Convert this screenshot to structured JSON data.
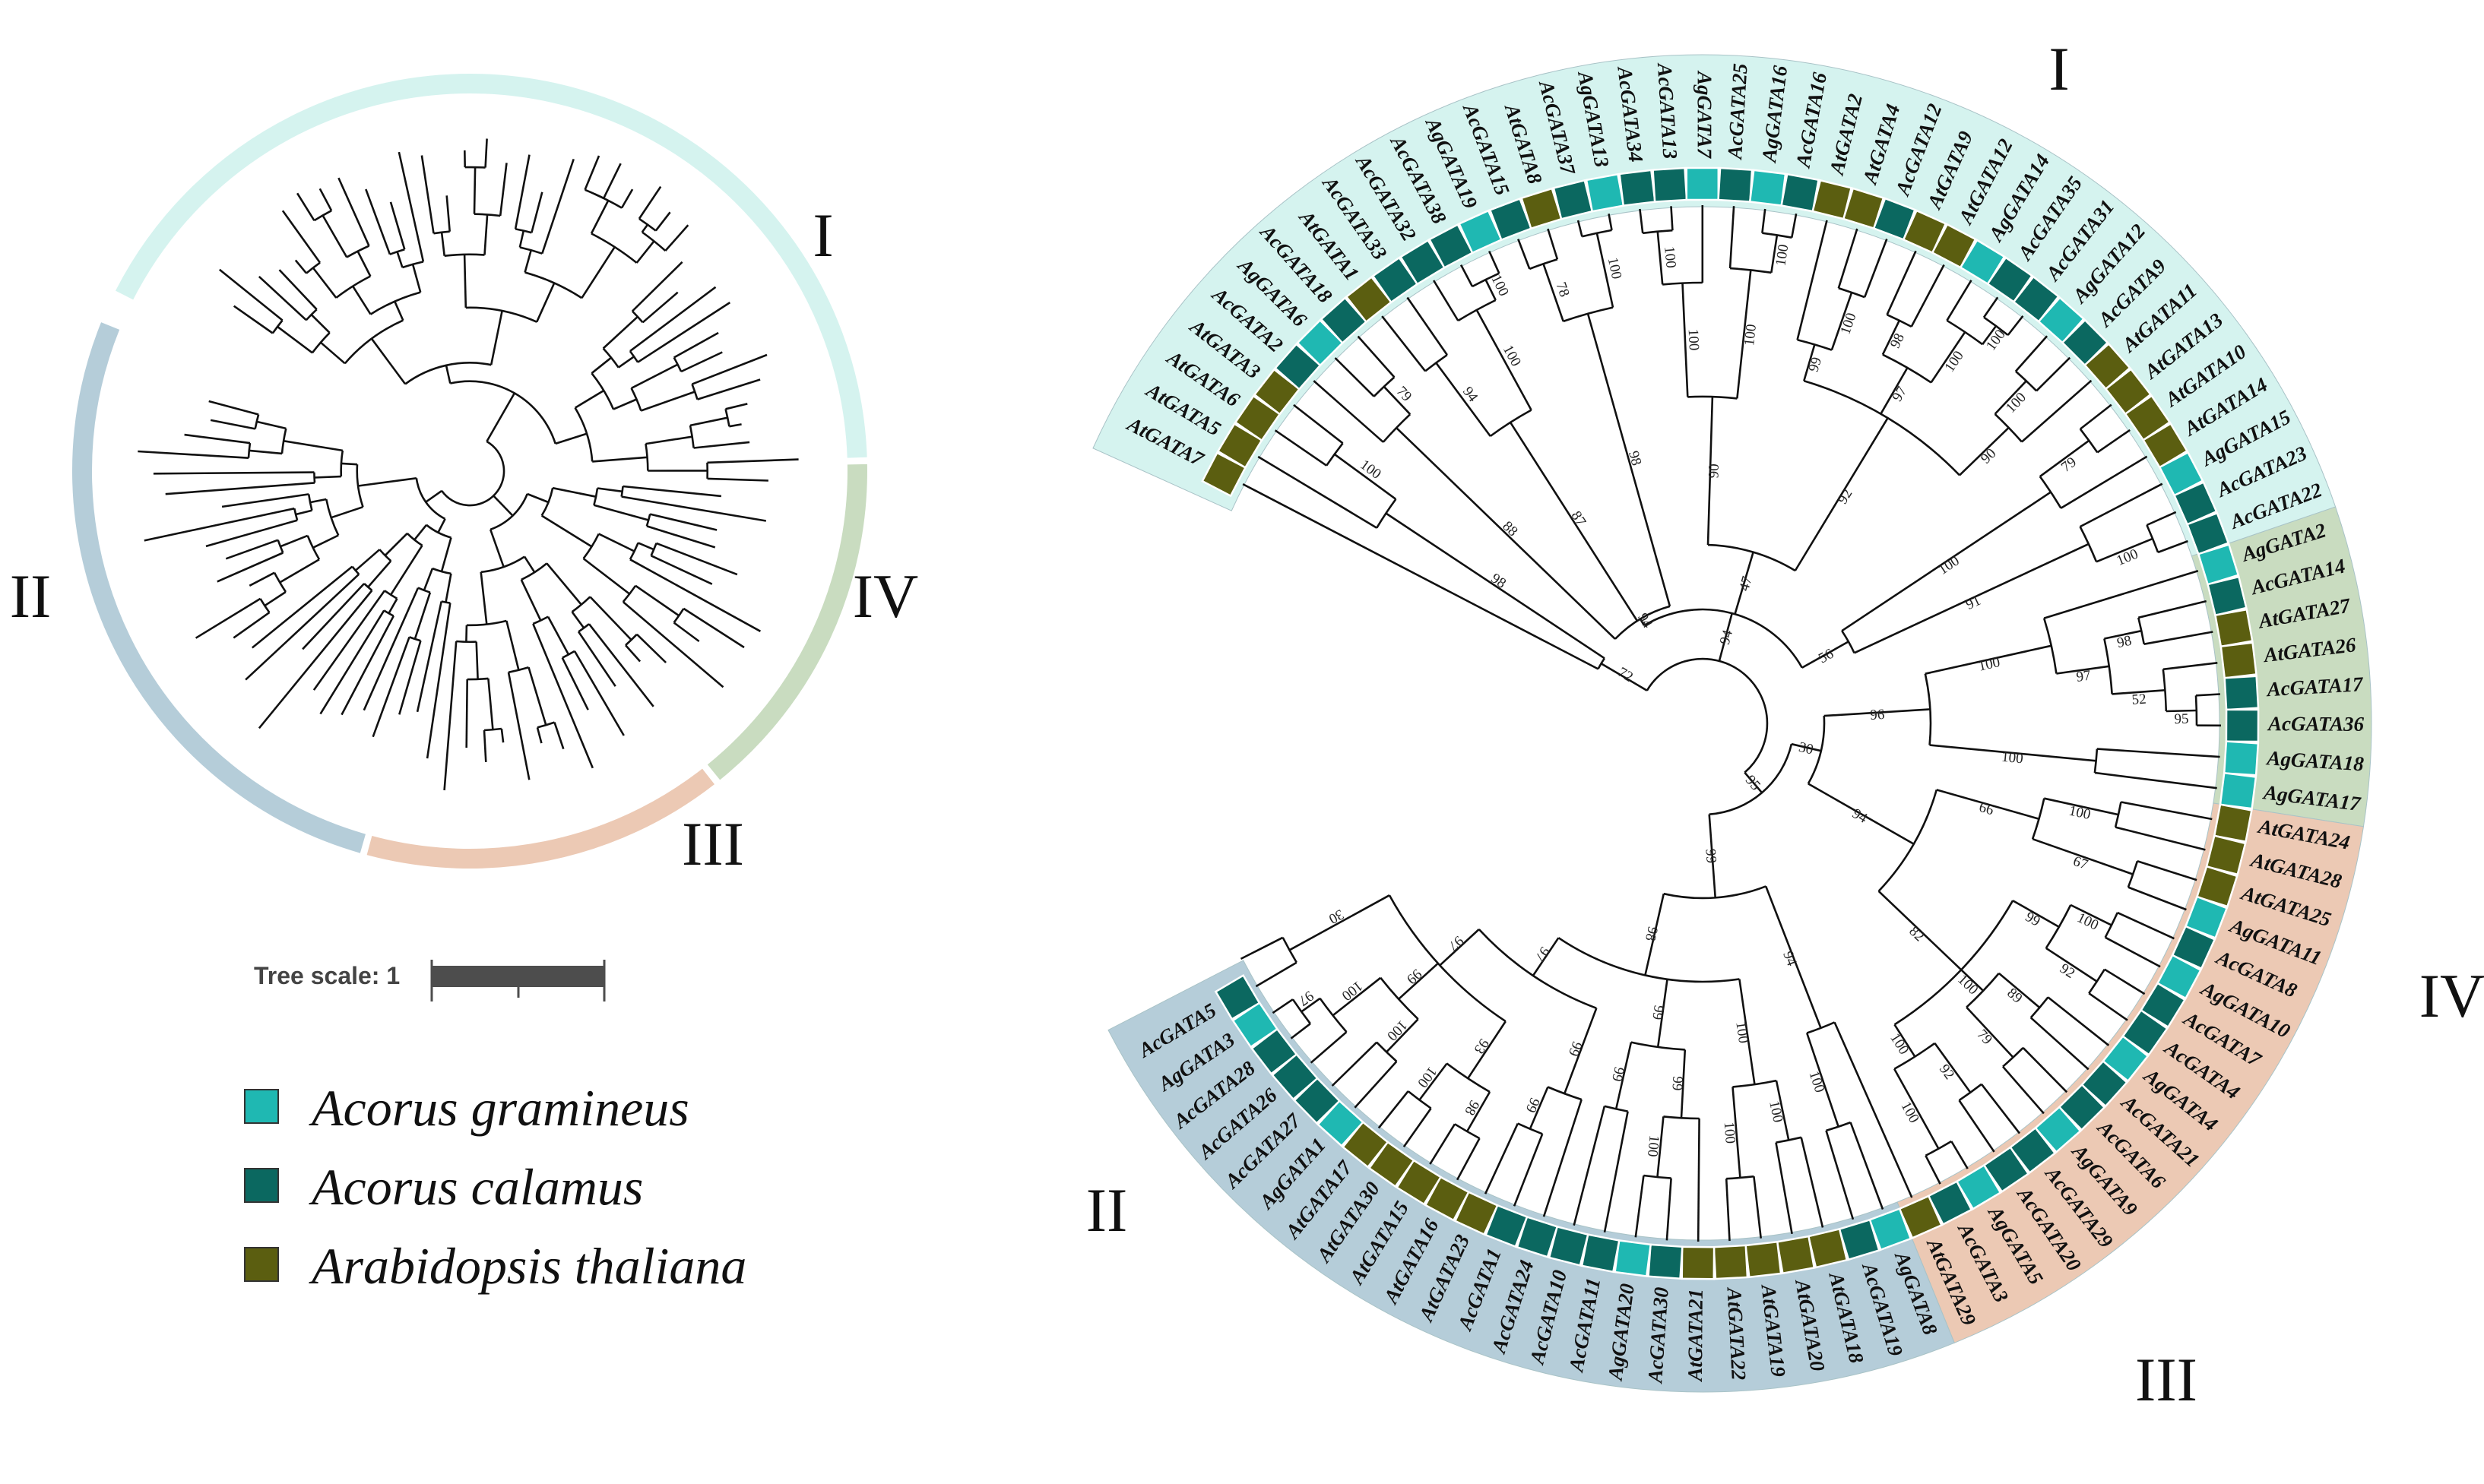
{
  "colors": {
    "clade_I": "#d5f3ef",
    "clade_II": "#b5cdd9",
    "clade_III": "#ecc9b4",
    "clade_IV": "#c9dcc0",
    "Acorus gramineus": "#1fb8b2",
    "Acorus calamus": "#0b6860",
    "Arabidopsis thaliana": "#5b5e10"
  },
  "small_tree": {
    "clade_labels": [
      "I",
      "II",
      "III",
      "IV"
    ],
    "scale_label": "Tree scale: 1"
  },
  "legend": [
    {
      "label": "Acorus gramineus",
      "color": "#1fb8b2"
    },
    {
      "label": "Acorus calamus",
      "color": "#0b6860"
    },
    {
      "label": "Arabidopsis thaliana",
      "color": "#5b5e10"
    }
  ],
  "large_tree": {
    "clade_labels": [
      "I",
      "II",
      "III",
      "IV"
    ],
    "leaves": [
      {
        "name": "AtGATA7",
        "species": "Arabidopsis thaliana",
        "clade": "I"
      },
      {
        "name": "AtGATA5",
        "species": "Arabidopsis thaliana",
        "clade": "I"
      },
      {
        "name": "AtGATA6",
        "species": "Arabidopsis thaliana",
        "clade": "I"
      },
      {
        "name": "AtGATA3",
        "species": "Arabidopsis thaliana",
        "clade": "I"
      },
      {
        "name": "AcGATA2",
        "species": "Acorus calamus",
        "clade": "I"
      },
      {
        "name": "AgGATA6",
        "species": "Acorus gramineus",
        "clade": "I"
      },
      {
        "name": "AcGATA18",
        "species": "Acorus calamus",
        "clade": "I"
      },
      {
        "name": "AtGATA1",
        "species": "Arabidopsis thaliana",
        "clade": "I"
      },
      {
        "name": "AcGATA33",
        "species": "Acorus calamus",
        "clade": "I"
      },
      {
        "name": "AcGATA32",
        "species": "Acorus calamus",
        "clade": "I"
      },
      {
        "name": "AcGATA38",
        "species": "Acorus calamus",
        "clade": "I"
      },
      {
        "name": "AgGATA19",
        "species": "Acorus gramineus",
        "clade": "I"
      },
      {
        "name": "AcGATA15",
        "species": "Acorus calamus",
        "clade": "I"
      },
      {
        "name": "AtGATA8",
        "species": "Arabidopsis thaliana",
        "clade": "I"
      },
      {
        "name": "AcGATA37",
        "species": "Acorus calamus",
        "clade": "I"
      },
      {
        "name": "AgGATA13",
        "species": "Acorus gramineus",
        "clade": "I"
      },
      {
        "name": "AcGATA34",
        "species": "Acorus calamus",
        "clade": "I"
      },
      {
        "name": "AcGATA13",
        "species": "Acorus calamus",
        "clade": "I"
      },
      {
        "name": "AgGATA7",
        "species": "Acorus gramineus",
        "clade": "I"
      },
      {
        "name": "AcGATA25",
        "species": "Acorus calamus",
        "clade": "I"
      },
      {
        "name": "AgGATA16",
        "species": "Acorus gramineus",
        "clade": "I"
      },
      {
        "name": "AcGATA16",
        "species": "Acorus calamus",
        "clade": "I"
      },
      {
        "name": "AtGATA2",
        "species": "Arabidopsis thaliana",
        "clade": "I"
      },
      {
        "name": "AtGATA4",
        "species": "Arabidopsis thaliana",
        "clade": "I"
      },
      {
        "name": "AcGATA12",
        "species": "Acorus calamus",
        "clade": "I"
      },
      {
        "name": "AtGATA9",
        "species": "Arabidopsis thaliana",
        "clade": "I"
      },
      {
        "name": "AtGATA12",
        "species": "Arabidopsis thaliana",
        "clade": "I"
      },
      {
        "name": "AgGATA14",
        "species": "Acorus gramineus",
        "clade": "I"
      },
      {
        "name": "AcGATA35",
        "species": "Acorus calamus",
        "clade": "I"
      },
      {
        "name": "AcGATA31",
        "species": "Acorus calamus",
        "clade": "I"
      },
      {
        "name": "AgGATA12",
        "species": "Acorus gramineus",
        "clade": "I"
      },
      {
        "name": "AcGATA9",
        "species": "Acorus calamus",
        "clade": "I"
      },
      {
        "name": "AtGATA11",
        "species": "Arabidopsis thaliana",
        "clade": "I"
      },
      {
        "name": "AtGATA13",
        "species": "Arabidopsis thaliana",
        "clade": "I"
      },
      {
        "name": "AtGATA10",
        "species": "Arabidopsis thaliana",
        "clade": "I"
      },
      {
        "name": "AtGATA14",
        "species": "Arabidopsis thaliana",
        "clade": "I"
      },
      {
        "name": "AgGATA15",
        "species": "Acorus gramineus",
        "clade": "I"
      },
      {
        "name": "AcGATA23",
        "species": "Acorus calamus",
        "clade": "I"
      },
      {
        "name": "AcGATA22",
        "species": "Acorus calamus",
        "clade": "I"
      },
      {
        "name": "AgGATA2",
        "species": "Acorus gramineus",
        "clade": "IV"
      },
      {
        "name": "AcGATA14",
        "species": "Acorus calamus",
        "clade": "IV"
      },
      {
        "name": "AtGATA27",
        "species": "Arabidopsis thaliana",
        "clade": "IV"
      },
      {
        "name": "AtGATA26",
        "species": "Arabidopsis thaliana",
        "clade": "IV"
      },
      {
        "name": "AcGATA17",
        "species": "Acorus calamus",
        "clade": "IV"
      },
      {
        "name": "AcGATA36",
        "species": "Acorus calamus",
        "clade": "IV"
      },
      {
        "name": "AgGATA18",
        "species": "Acorus gramineus",
        "clade": "IV"
      },
      {
        "name": "AgGATA17",
        "species": "Acorus gramineus",
        "clade": "IV"
      },
      {
        "name": "AtGATA24",
        "species": "Arabidopsis thaliana",
        "clade": "III"
      },
      {
        "name": "AtGATA28",
        "species": "Arabidopsis thaliana",
        "clade": "III"
      },
      {
        "name": "AtGATA25",
        "species": "Arabidopsis thaliana",
        "clade": "III"
      },
      {
        "name": "AgGATA11",
        "species": "Acorus gramineus",
        "clade": "III"
      },
      {
        "name": "AcGATA8",
        "species": "Acorus calamus",
        "clade": "III"
      },
      {
        "name": "AgGATA10",
        "species": "Acorus gramineus",
        "clade": "III"
      },
      {
        "name": "AcGATA7",
        "species": "Acorus calamus",
        "clade": "III"
      },
      {
        "name": "AcGATA4",
        "species": "Acorus calamus",
        "clade": "III"
      },
      {
        "name": "AgGATA4",
        "species": "Acorus gramineus",
        "clade": "III"
      },
      {
        "name": "AcGATA21",
        "species": "Acorus calamus",
        "clade": "III"
      },
      {
        "name": "AcGATA6",
        "species": "Acorus calamus",
        "clade": "III"
      },
      {
        "name": "AgGATA9",
        "species": "Acorus gramineus",
        "clade": "III"
      },
      {
        "name": "AcGATA29",
        "species": "Acorus calamus",
        "clade": "III"
      },
      {
        "name": "AcGATA20",
        "species": "Acorus calamus",
        "clade": "III"
      },
      {
        "name": "AgGATA5",
        "species": "Acorus gramineus",
        "clade": "III"
      },
      {
        "name": "AcGATA3",
        "species": "Acorus calamus",
        "clade": "III"
      },
      {
        "name": "AtGATA29",
        "species": "Arabidopsis thaliana",
        "clade": "II"
      },
      {
        "name": "AgGATA8",
        "species": "Acorus gramineus",
        "clade": "II"
      },
      {
        "name": "AcGATA19",
        "species": "Acorus calamus",
        "clade": "II"
      },
      {
        "name": "AtGATA18",
        "species": "Arabidopsis thaliana",
        "clade": "II"
      },
      {
        "name": "AtGATA20",
        "species": "Arabidopsis thaliana",
        "clade": "II"
      },
      {
        "name": "AtGATA19",
        "species": "Arabidopsis thaliana",
        "clade": "II"
      },
      {
        "name": "AtGATA22",
        "species": "Arabidopsis thaliana",
        "clade": "II"
      },
      {
        "name": "AtGATA21",
        "species": "Arabidopsis thaliana",
        "clade": "II"
      },
      {
        "name": "AcGATA30",
        "species": "Acorus calamus",
        "clade": "II"
      },
      {
        "name": "AgGATA20",
        "species": "Acorus gramineus",
        "clade": "II"
      },
      {
        "name": "AcGATA11",
        "species": "Acorus calamus",
        "clade": "II"
      },
      {
        "name": "AcGATA10",
        "species": "Acorus calamus",
        "clade": "II"
      },
      {
        "name": "AcGATA24",
        "species": "Acorus calamus",
        "clade": "II"
      },
      {
        "name": "AcGATA1",
        "species": "Acorus calamus",
        "clade": "II"
      },
      {
        "name": "AtGATA23",
        "species": "Arabidopsis thaliana",
        "clade": "II"
      },
      {
        "name": "AtGATA16",
        "species": "Arabidopsis thaliana",
        "clade": "II"
      },
      {
        "name": "AtGATA15",
        "species": "Arabidopsis thaliana",
        "clade": "II"
      },
      {
        "name": "AtGATA30",
        "species": "Arabidopsis thaliana",
        "clade": "II"
      },
      {
        "name": "AtGATA17",
        "species": "Arabidopsis thaliana",
        "clade": "II"
      },
      {
        "name": "AgGATA1",
        "species": "Acorus gramineus",
        "clade": "II"
      },
      {
        "name": "AcGATA27",
        "species": "Acorus calamus",
        "clade": "II"
      },
      {
        "name": "AcGATA26",
        "species": "Acorus calamus",
        "clade": "II"
      },
      {
        "name": "AcGATA28",
        "species": "Acorus calamus",
        "clade": "II"
      },
      {
        "name": "AgGATA3",
        "species": "Acorus gramineus",
        "clade": "II"
      },
      {
        "name": "AcGATA5",
        "species": "Acorus calamus",
        "clade": "II"
      }
    ],
    "bootstrap_values": [
      "100",
      "100",
      "100",
      "100",
      "100",
      "100",
      "100",
      "100",
      "100",
      "100",
      "100",
      "100",
      "100",
      "100",
      "100",
      "100",
      "100",
      "100",
      "100",
      "100",
      "100",
      "100",
      "100",
      "100",
      "100",
      "99",
      "99",
      "99",
      "99",
      "99",
      "99",
      "99",
      "98",
      "98",
      "98",
      "98",
      "98",
      "97",
      "97",
      "97",
      "96",
      "95",
      "94",
      "94",
      "94",
      "94",
      "93",
      "92",
      "92",
      "91",
      "90",
      "90",
      "89",
      "88",
      "87",
      "82",
      "79",
      "79",
      "78",
      "72",
      "67",
      "66",
      "56",
      "52",
      "47",
      "30"
    ]
  }
}
